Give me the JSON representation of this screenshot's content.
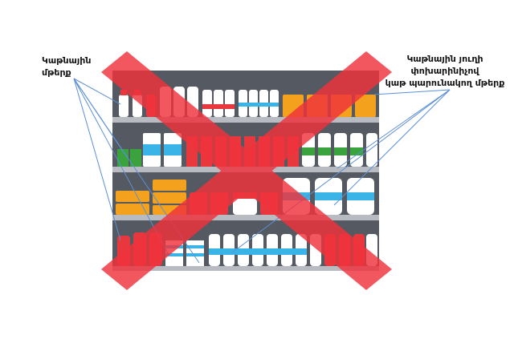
{
  "labels": {
    "left_line1": "Կաթնային",
    "left_line2": "մթերք",
    "right_line1": "Կաթնային յուղի",
    "right_line2": "փոխարինիչով",
    "right_line3": "կաթ պարունակող մթերք"
  },
  "colors": {
    "shelf_back": "#555a62",
    "shelf_edge": "#3a3f46",
    "cross": "#f0323c",
    "pointer_line": "#5b8fd6",
    "milk_blue": "#3ab4e6",
    "milk_white": "#ffffff",
    "red_cap": "#e8383e",
    "orange": "#f4a21e",
    "green": "#3aa33e"
  },
  "icons": {
    "cross": "x-cross-icon",
    "shelf": "grocery-shelf-illustration"
  }
}
